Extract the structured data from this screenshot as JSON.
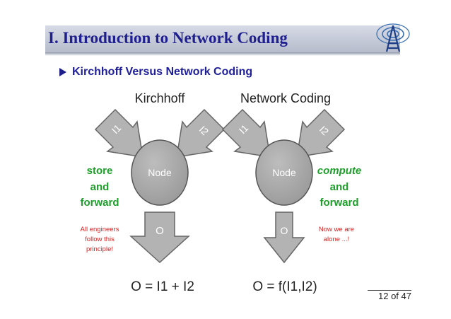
{
  "slide": {
    "title": "I. Introduction to Network Coding",
    "bullet": "Kirchhoff Versus Network Coding",
    "page_number": "12 of 47"
  },
  "left": {
    "heading": "Kirchhoff",
    "in1": "I1",
    "in2": "I2",
    "node": "Node",
    "out": "O",
    "role": [
      "store",
      "and",
      "forward"
    ],
    "note": [
      "All engineers",
      "follow this",
      "principle!"
    ],
    "equation": "O = I1 + I2"
  },
  "right": {
    "heading": "Network Coding",
    "in1": "I1",
    "in2": "I2",
    "node": "Node",
    "out": "O",
    "role": [
      "compute",
      "and",
      "forward"
    ],
    "note": [
      "Now we are",
      "alone ...!"
    ],
    "equation": "O = f(I1,I2)"
  },
  "colors": {
    "title_text": "#1f1f8f",
    "green": "#1e9e2a",
    "red": "#d42020",
    "arrow_fill": "#b3b3b3",
    "node_fill": "#a9a9a9"
  }
}
